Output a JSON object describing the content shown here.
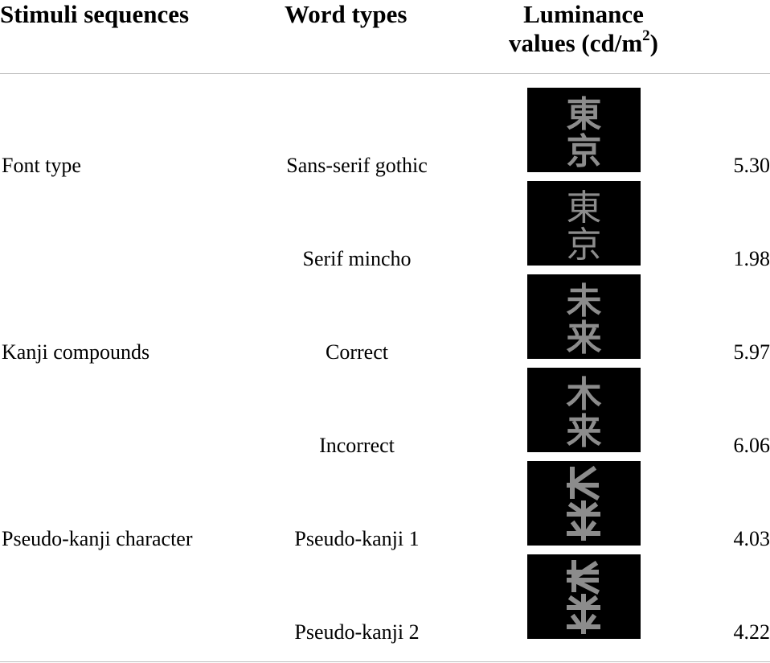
{
  "table": {
    "headers": {
      "stimuli_sequences": "Stimuli sequences",
      "word_types": "Word types",
      "luminance_line1": "Luminance",
      "luminance_line2_prefix": "values (cd/m",
      "luminance_sup": "2",
      "luminance_line2_suffix": ")"
    },
    "groups": [
      {
        "label": "Font type"
      },
      {
        "label": "Kanji compounds"
      },
      {
        "label": "Pseudo-kanji character"
      }
    ],
    "rows": [
      {
        "word_type": "Sans-serif gothic",
        "stimulus_text": "東京",
        "luminance": "5.30"
      },
      {
        "word_type": "Serif mincho",
        "stimulus_text": "東京",
        "luminance": "1.98"
      },
      {
        "word_type": "Correct",
        "stimulus_text": "未来",
        "luminance": "5.97"
      },
      {
        "word_type": "Incorrect",
        "stimulus_text": "木来",
        "luminance": "6.06"
      },
      {
        "word_type": "Pseudo-kanji 1",
        "stimulus_text": "",
        "luminance": "4.03"
      },
      {
        "word_type": "Pseudo-kanji 2",
        "stimulus_text": "",
        "luminance": "4.22"
      }
    ],
    "colors": {
      "rule": "#bdbdbd",
      "stimulus_background": "#000000",
      "stimulus_glyph": "#8c8c8c"
    }
  }
}
